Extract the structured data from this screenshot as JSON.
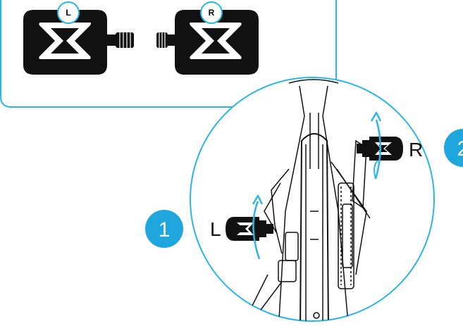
{
  "legend_box": {
    "left_pedal_letter": "L",
    "right_pedal_letter": "R"
  },
  "detail": {
    "left_side_label": "L",
    "right_side_label": "R"
  },
  "steps": [
    {
      "number": "1"
    },
    {
      "number": "2"
    }
  ],
  "colors": {
    "accent_stroke": "#29b6e6",
    "badge_fill": "#1fa6dd",
    "ink": "#111111"
  }
}
